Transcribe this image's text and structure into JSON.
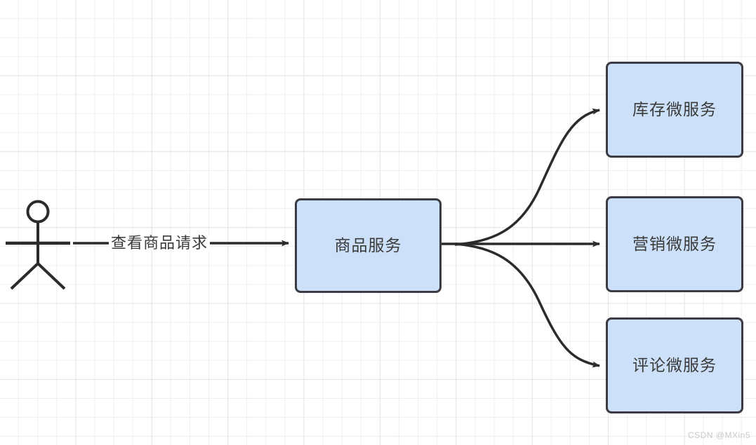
{
  "diagram": {
    "type": "flow-architecture",
    "title": "",
    "background": {
      "color": "#ffffff",
      "grid_minor_color": "#eeeeee",
      "grid_major_color": "#e4e4e4",
      "grid_minor_size": 27,
      "grid_major_size": 108
    },
    "palette": {
      "node_fill": "#cce0f9",
      "node_stroke": "#3b3b44",
      "text": "#3a3a3a",
      "connector": "#2b2b2b",
      "watermark": "#c9c9c9"
    },
    "actor": {
      "name": "actor-stick-figure",
      "label": ""
    },
    "nodes": [
      {
        "id": "product",
        "label": "商品服务",
        "shape": "rounded-rect"
      },
      {
        "id": "inventory",
        "label": "库存微服务",
        "shape": "rounded-rect"
      },
      {
        "id": "marketing",
        "label": "营销微服务",
        "shape": "rounded-rect"
      },
      {
        "id": "comment",
        "label": "评论微服务",
        "shape": "rounded-rect"
      }
    ],
    "edges": [
      {
        "id": "actor-to-product",
        "from": "actor",
        "to": "product",
        "label": "查看商品请求",
        "style": "straight-arrow"
      },
      {
        "id": "product-to-inventory",
        "from": "product",
        "to": "inventory",
        "label": "",
        "style": "curved-arrow"
      },
      {
        "id": "product-to-marketing",
        "from": "product",
        "to": "marketing",
        "label": "",
        "style": "straight-arrow"
      },
      {
        "id": "product-to-comment",
        "from": "product",
        "to": "comment",
        "label": "",
        "style": "curved-arrow"
      }
    ]
  },
  "watermark": {
    "text": "CSDN @MXin5"
  }
}
